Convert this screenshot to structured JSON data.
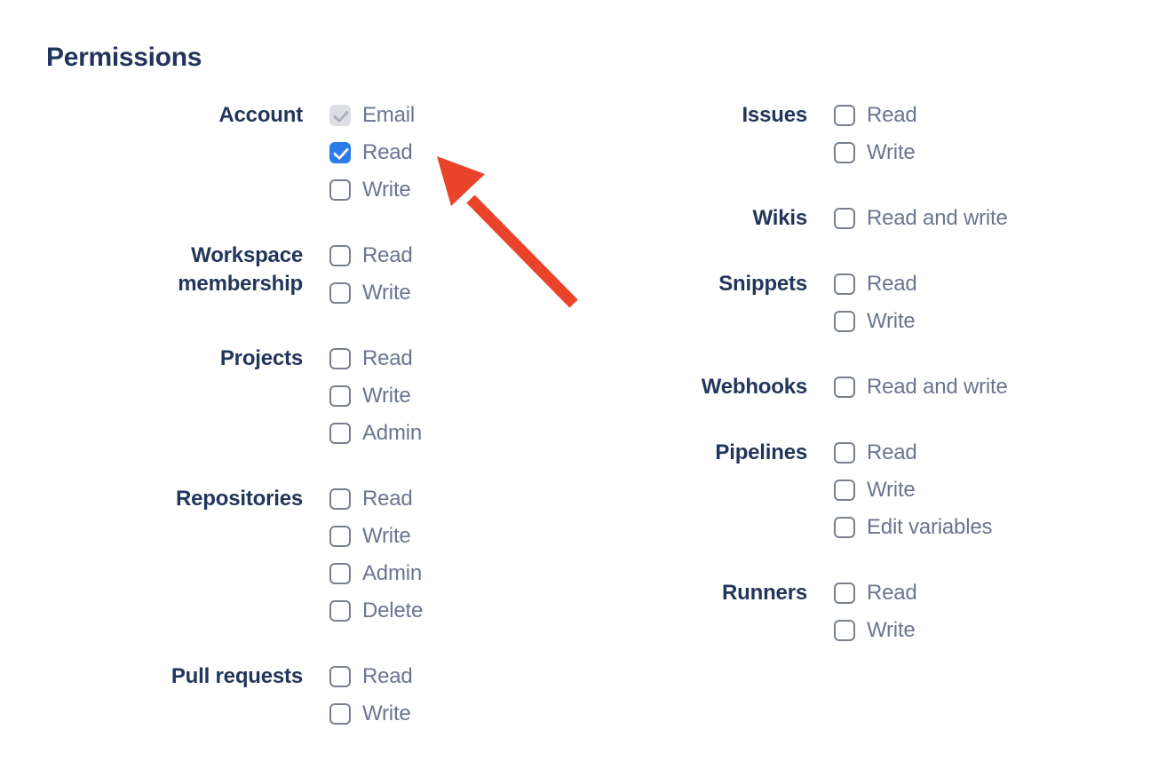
{
  "colors": {
    "navy": "#22365B",
    "slate": "#6A7590",
    "checkbox-border": "#78808F",
    "checkbox-checked": "#2B7CE9",
    "checkbox-disabled-bg": "#DCDEE3",
    "checkbox-disabled-check": "#A9AFBA",
    "arrow": "#E9432A"
  },
  "permissions": {
    "heading": "Permissions",
    "columns": [
      {
        "groups": [
          {
            "label": "Account",
            "options": [
              {
                "label": "Email",
                "state": "checked-disabled"
              },
              {
                "label": "Read",
                "state": "checked"
              },
              {
                "label": "Write",
                "state": "unchecked"
              }
            ]
          },
          {
            "label": "Workspace membership",
            "options": [
              {
                "label": "Read",
                "state": "unchecked"
              },
              {
                "label": "Write",
                "state": "unchecked"
              }
            ]
          },
          {
            "label": "Projects",
            "options": [
              {
                "label": "Read",
                "state": "unchecked"
              },
              {
                "label": "Write",
                "state": "unchecked"
              },
              {
                "label": "Admin",
                "state": "unchecked"
              }
            ]
          },
          {
            "label": "Repositories",
            "options": [
              {
                "label": "Read",
                "state": "unchecked"
              },
              {
                "label": "Write",
                "state": "unchecked"
              },
              {
                "label": "Admin",
                "state": "unchecked"
              },
              {
                "label": "Delete",
                "state": "unchecked"
              }
            ]
          },
          {
            "label": "Pull requests",
            "options": [
              {
                "label": "Read",
                "state": "unchecked"
              },
              {
                "label": "Write",
                "state": "unchecked"
              }
            ]
          }
        ]
      },
      {
        "groups": [
          {
            "label": "Issues",
            "options": [
              {
                "label": "Read",
                "state": "unchecked"
              },
              {
                "label": "Write",
                "state": "unchecked"
              }
            ]
          },
          {
            "label": "Wikis",
            "options": [
              {
                "label": "Read and write",
                "state": "unchecked"
              }
            ]
          },
          {
            "label": "Snippets",
            "options": [
              {
                "label": "Read",
                "state": "unchecked"
              },
              {
                "label": "Write",
                "state": "unchecked"
              }
            ]
          },
          {
            "label": "Webhooks",
            "options": [
              {
                "label": "Read and write",
                "state": "unchecked"
              }
            ]
          },
          {
            "label": "Pipelines",
            "options": [
              {
                "label": "Read",
                "state": "unchecked"
              },
              {
                "label": "Write",
                "state": "unchecked"
              },
              {
                "label": "Edit variables",
                "state": "unchecked"
              }
            ]
          },
          {
            "label": "Runners",
            "options": [
              {
                "label": "Read",
                "state": "unchecked"
              },
              {
                "label": "Write",
                "state": "unchecked"
              }
            ]
          }
        ]
      }
    ]
  },
  "annotation": {
    "arrow_points_to": "account-read-checkbox"
  }
}
